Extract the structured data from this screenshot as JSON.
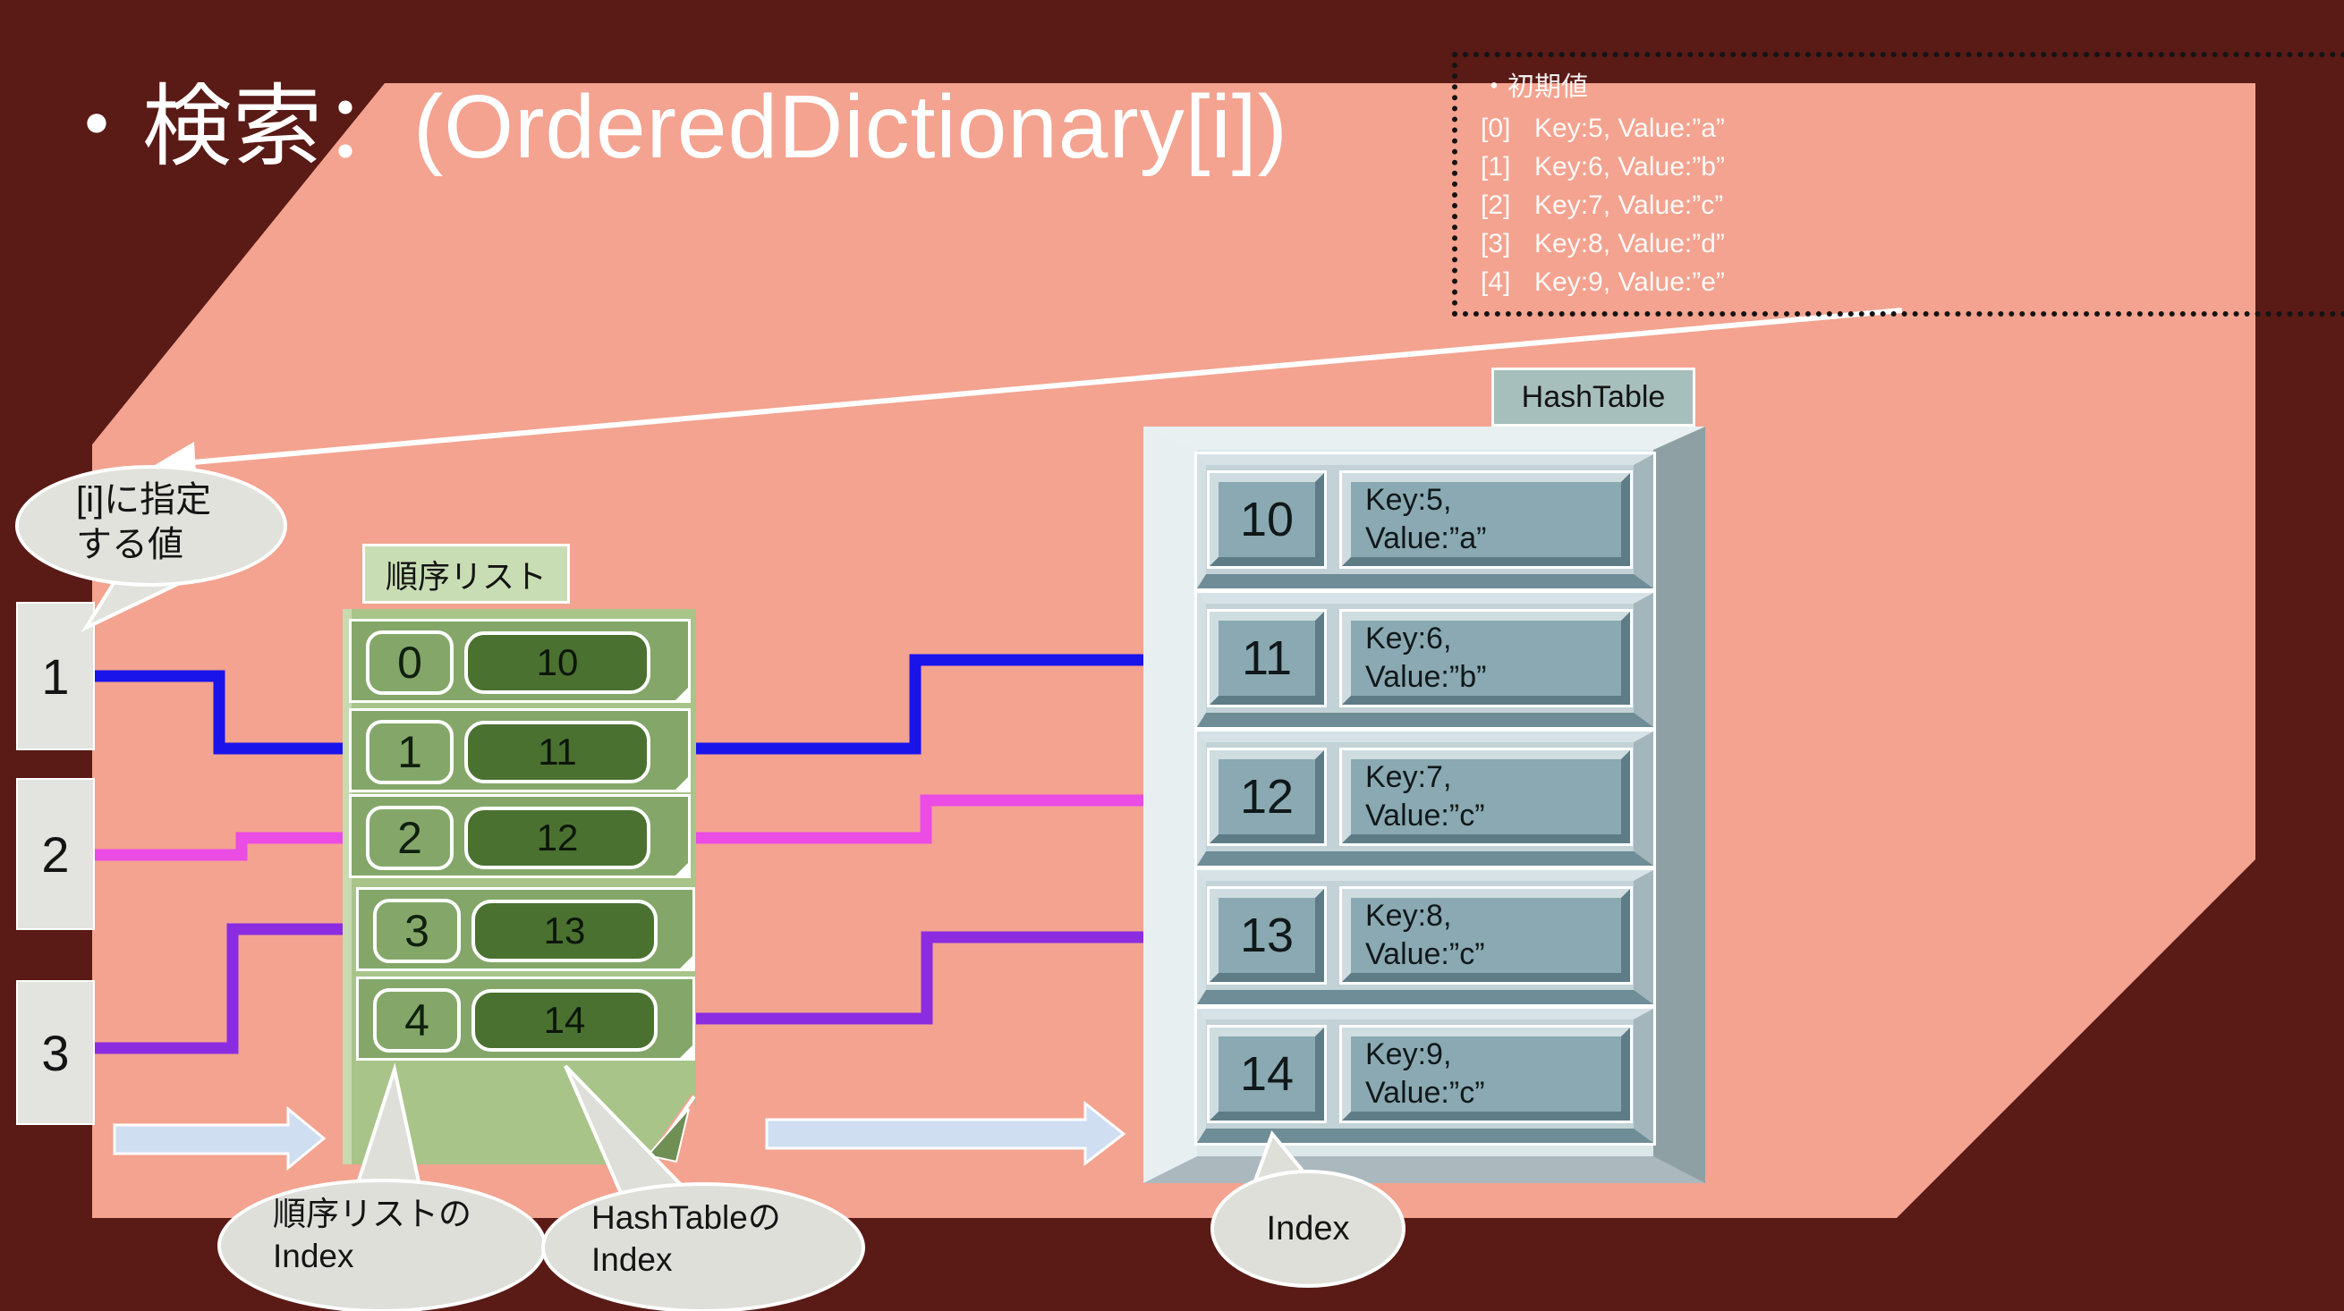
{
  "title": "・検索：(OrderedDictionary[i])",
  "initial_values": {
    "heading": "・初期値",
    "entries": [
      {
        "idx": "[0]",
        "kv": "Key:5, Value:”a”"
      },
      {
        "idx": "[1]",
        "kv": "Key:6, Value:”b”"
      },
      {
        "idx": "[2]",
        "kv": "Key:7, Value:”c”"
      },
      {
        "idx": "[3]",
        "kv": "Key:8, Value:”d”"
      },
      {
        "idx": "[4]",
        "kv": "Key:9, Value:”e”"
      }
    ]
  },
  "search_values": {
    "v0": "1",
    "v1": "2",
    "v2": "3"
  },
  "callouts": {
    "i_value_line1": "[i]に指定",
    "i_value_line2": "する値",
    "ordered_list_line1": "順序リストの",
    "ordered_list_line2": "Index",
    "hashtable_line1": "HashTableの",
    "hashtable_line2": "Index",
    "hashtable_index": "Index"
  },
  "ordered_list": {
    "label": "順序リスト",
    "rows": [
      {
        "index": "0",
        "value": "10"
      },
      {
        "index": "1",
        "value": "11"
      },
      {
        "index": "2",
        "value": "12"
      },
      {
        "index": "3",
        "value": "13"
      },
      {
        "index": "4",
        "value": "14"
      }
    ]
  },
  "hash_table": {
    "label": "HashTable",
    "rows": [
      {
        "index": "10",
        "key": "Key:5,",
        "value": "Value:”a”"
      },
      {
        "index": "11",
        "key": "Key:6,",
        "value": "Value:”b”"
      },
      {
        "index": "12",
        "key": "Key:7,",
        "value": "Value:”c”"
      },
      {
        "index": "13",
        "key": "Key:8,",
        "value": "Value:”c”"
      },
      {
        "index": "14",
        "key": "Key:9,",
        "value": "Value:”c”"
      }
    ]
  },
  "colors": {
    "background": "#5a1a15",
    "panel": "#f3a390",
    "blue_line": "#1a13ea",
    "magenta_line": "#ea4ce4",
    "purple_line": "#8b2ce0",
    "block_arrow": "#cfdef1",
    "ordered_list_row": "#84a769",
    "ordered_list_value": "#4a7130",
    "hashtable_cell": "#8aa9b2"
  }
}
